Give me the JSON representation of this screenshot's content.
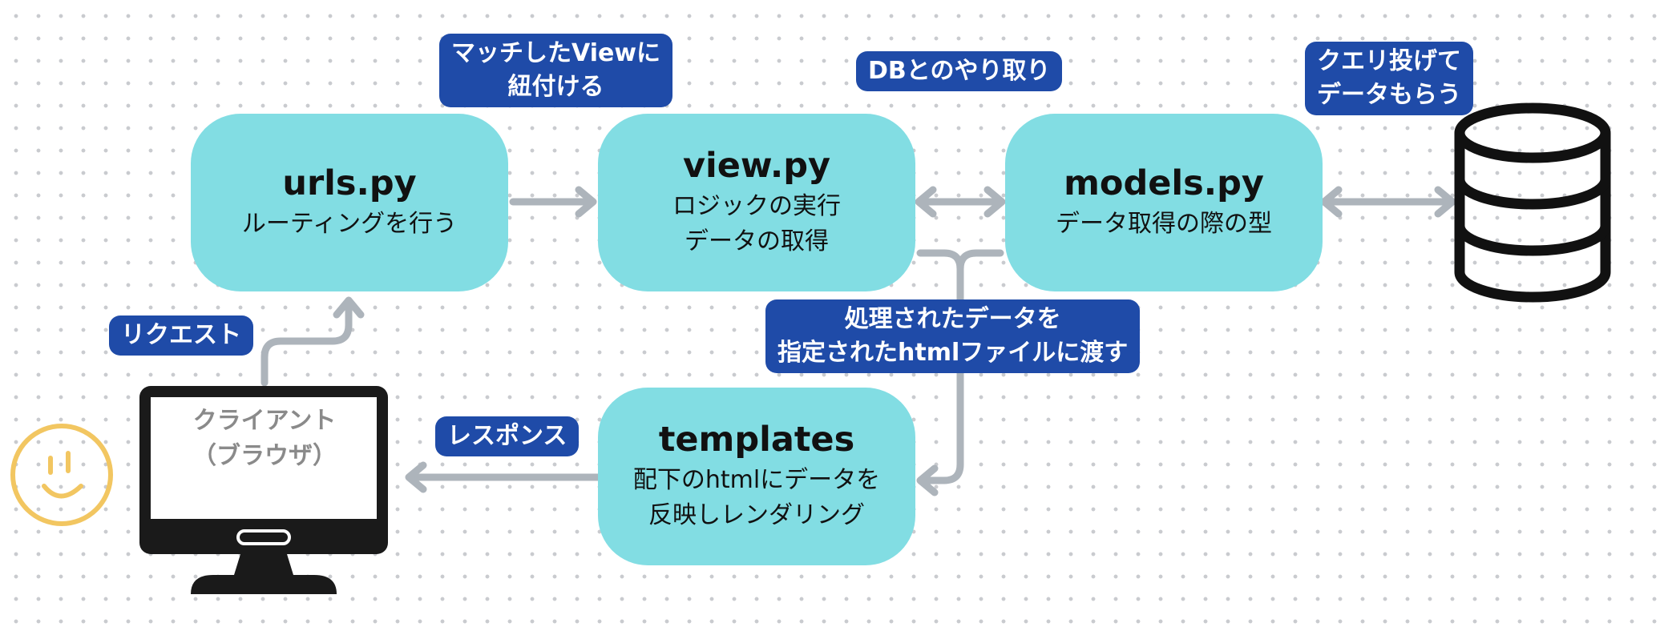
{
  "nodes": {
    "urls": {
      "title": "urls.py",
      "desc": "ルーティングを行う"
    },
    "view": {
      "title": "view.py",
      "desc": "ロジックの実行\nデータの取得"
    },
    "models": {
      "title": "models.py",
      "desc": "データ取得の際の型"
    },
    "templates": {
      "title": "templates",
      "desc": "配下のhtmlにデータを\n反映しレンダリング"
    }
  },
  "labels": {
    "match_view": "マッチしたViewに\n紐付ける",
    "db_exchange": "DBとのやり取り",
    "query": "クエリ投げて\nデータもらう",
    "pass_data": "処理されたデータを\n指定されたhtmlファイルに渡す",
    "request": "リクエスト",
    "response": "レスポンス"
  },
  "client": {
    "label": "クライアント\n（ブラウザ）"
  },
  "icons": {
    "database": "database-icon",
    "monitor": "monitor-icon",
    "smiley": "smiley-icon"
  },
  "colors": {
    "node_fill": "#82dde3",
    "tag_fill": "#1f4ba8",
    "connector": "#adb4bb",
    "smiley": "#f2c661",
    "monitor": "#1a1a1a"
  }
}
